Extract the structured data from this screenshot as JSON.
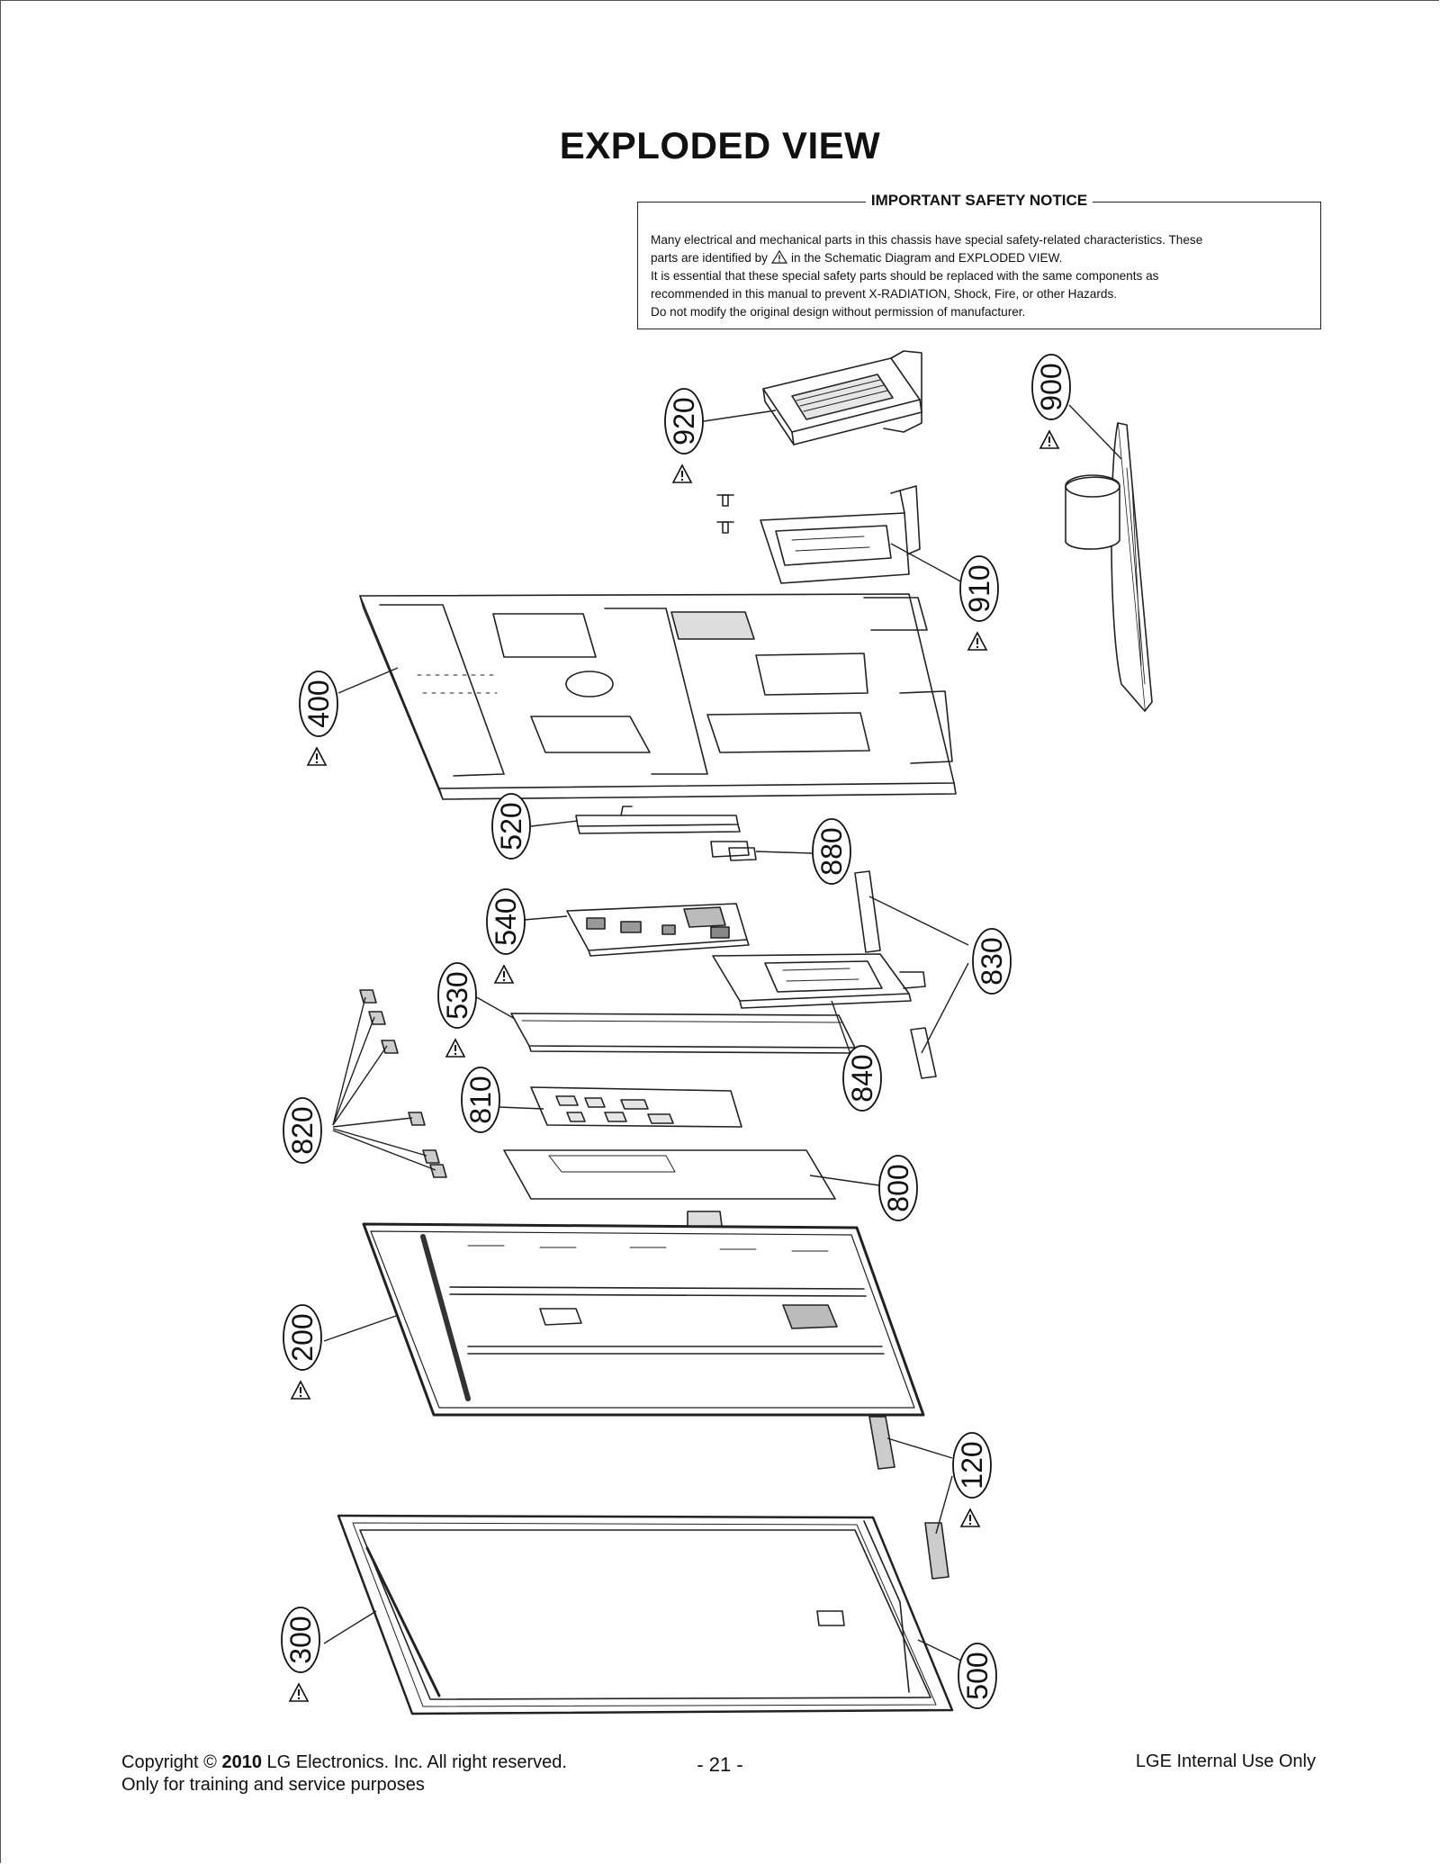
{
  "page": {
    "title": "EXPLODED VIEW"
  },
  "notice": {
    "heading": "IMPORTANT SAFETY NOTICE",
    "line1": "Many electrical and mechanical parts in this chassis have special safety-related characteristics. These",
    "line2_a": "parts are identified by",
    "line2_b": "in the Schematic Diagram and EXPLODED VIEW.",
    "line3": "It is essential that these special safety parts should be replaced with the same components as",
    "line4": "recommended in this manual to prevent X-RADIATION, Shock, Fire, or other Hazards.",
    "line5": "Do not modify the original design without permission of manufacturer."
  },
  "callouts": [
    {
      "id": "c920",
      "label": "920",
      "safety": true
    },
    {
      "id": "c900",
      "label": "900",
      "safety": true
    },
    {
      "id": "c910",
      "label": "910",
      "safety": true
    },
    {
      "id": "c400",
      "label": "400",
      "safety": true
    },
    {
      "id": "c520",
      "label": "520",
      "safety": false
    },
    {
      "id": "c880",
      "label": "880",
      "safety": false
    },
    {
      "id": "c540",
      "label": "540",
      "safety": true
    },
    {
      "id": "c830",
      "label": "830",
      "safety": false
    },
    {
      "id": "c530",
      "label": "530",
      "safety": true
    },
    {
      "id": "c840",
      "label": "840",
      "safety": false
    },
    {
      "id": "c820",
      "label": "820",
      "safety": false
    },
    {
      "id": "c810",
      "label": "810",
      "safety": false
    },
    {
      "id": "c800",
      "label": "800",
      "safety": false
    },
    {
      "id": "c200",
      "label": "200",
      "safety": true
    },
    {
      "id": "c120",
      "label": "120",
      "safety": true
    },
    {
      "id": "c300",
      "label": "300",
      "safety": true
    },
    {
      "id": "c500",
      "label": "500",
      "safety": false
    }
  ],
  "footer": {
    "copyright_prefix": "Copyright ©",
    "copyright_year": "2010",
    "copyright_suffix": "LG Electronics. Inc. All right reserved.",
    "purpose": "Only for training and service purposes",
    "page_number": "- 21 -",
    "internal": "LGE Internal Use Only"
  }
}
